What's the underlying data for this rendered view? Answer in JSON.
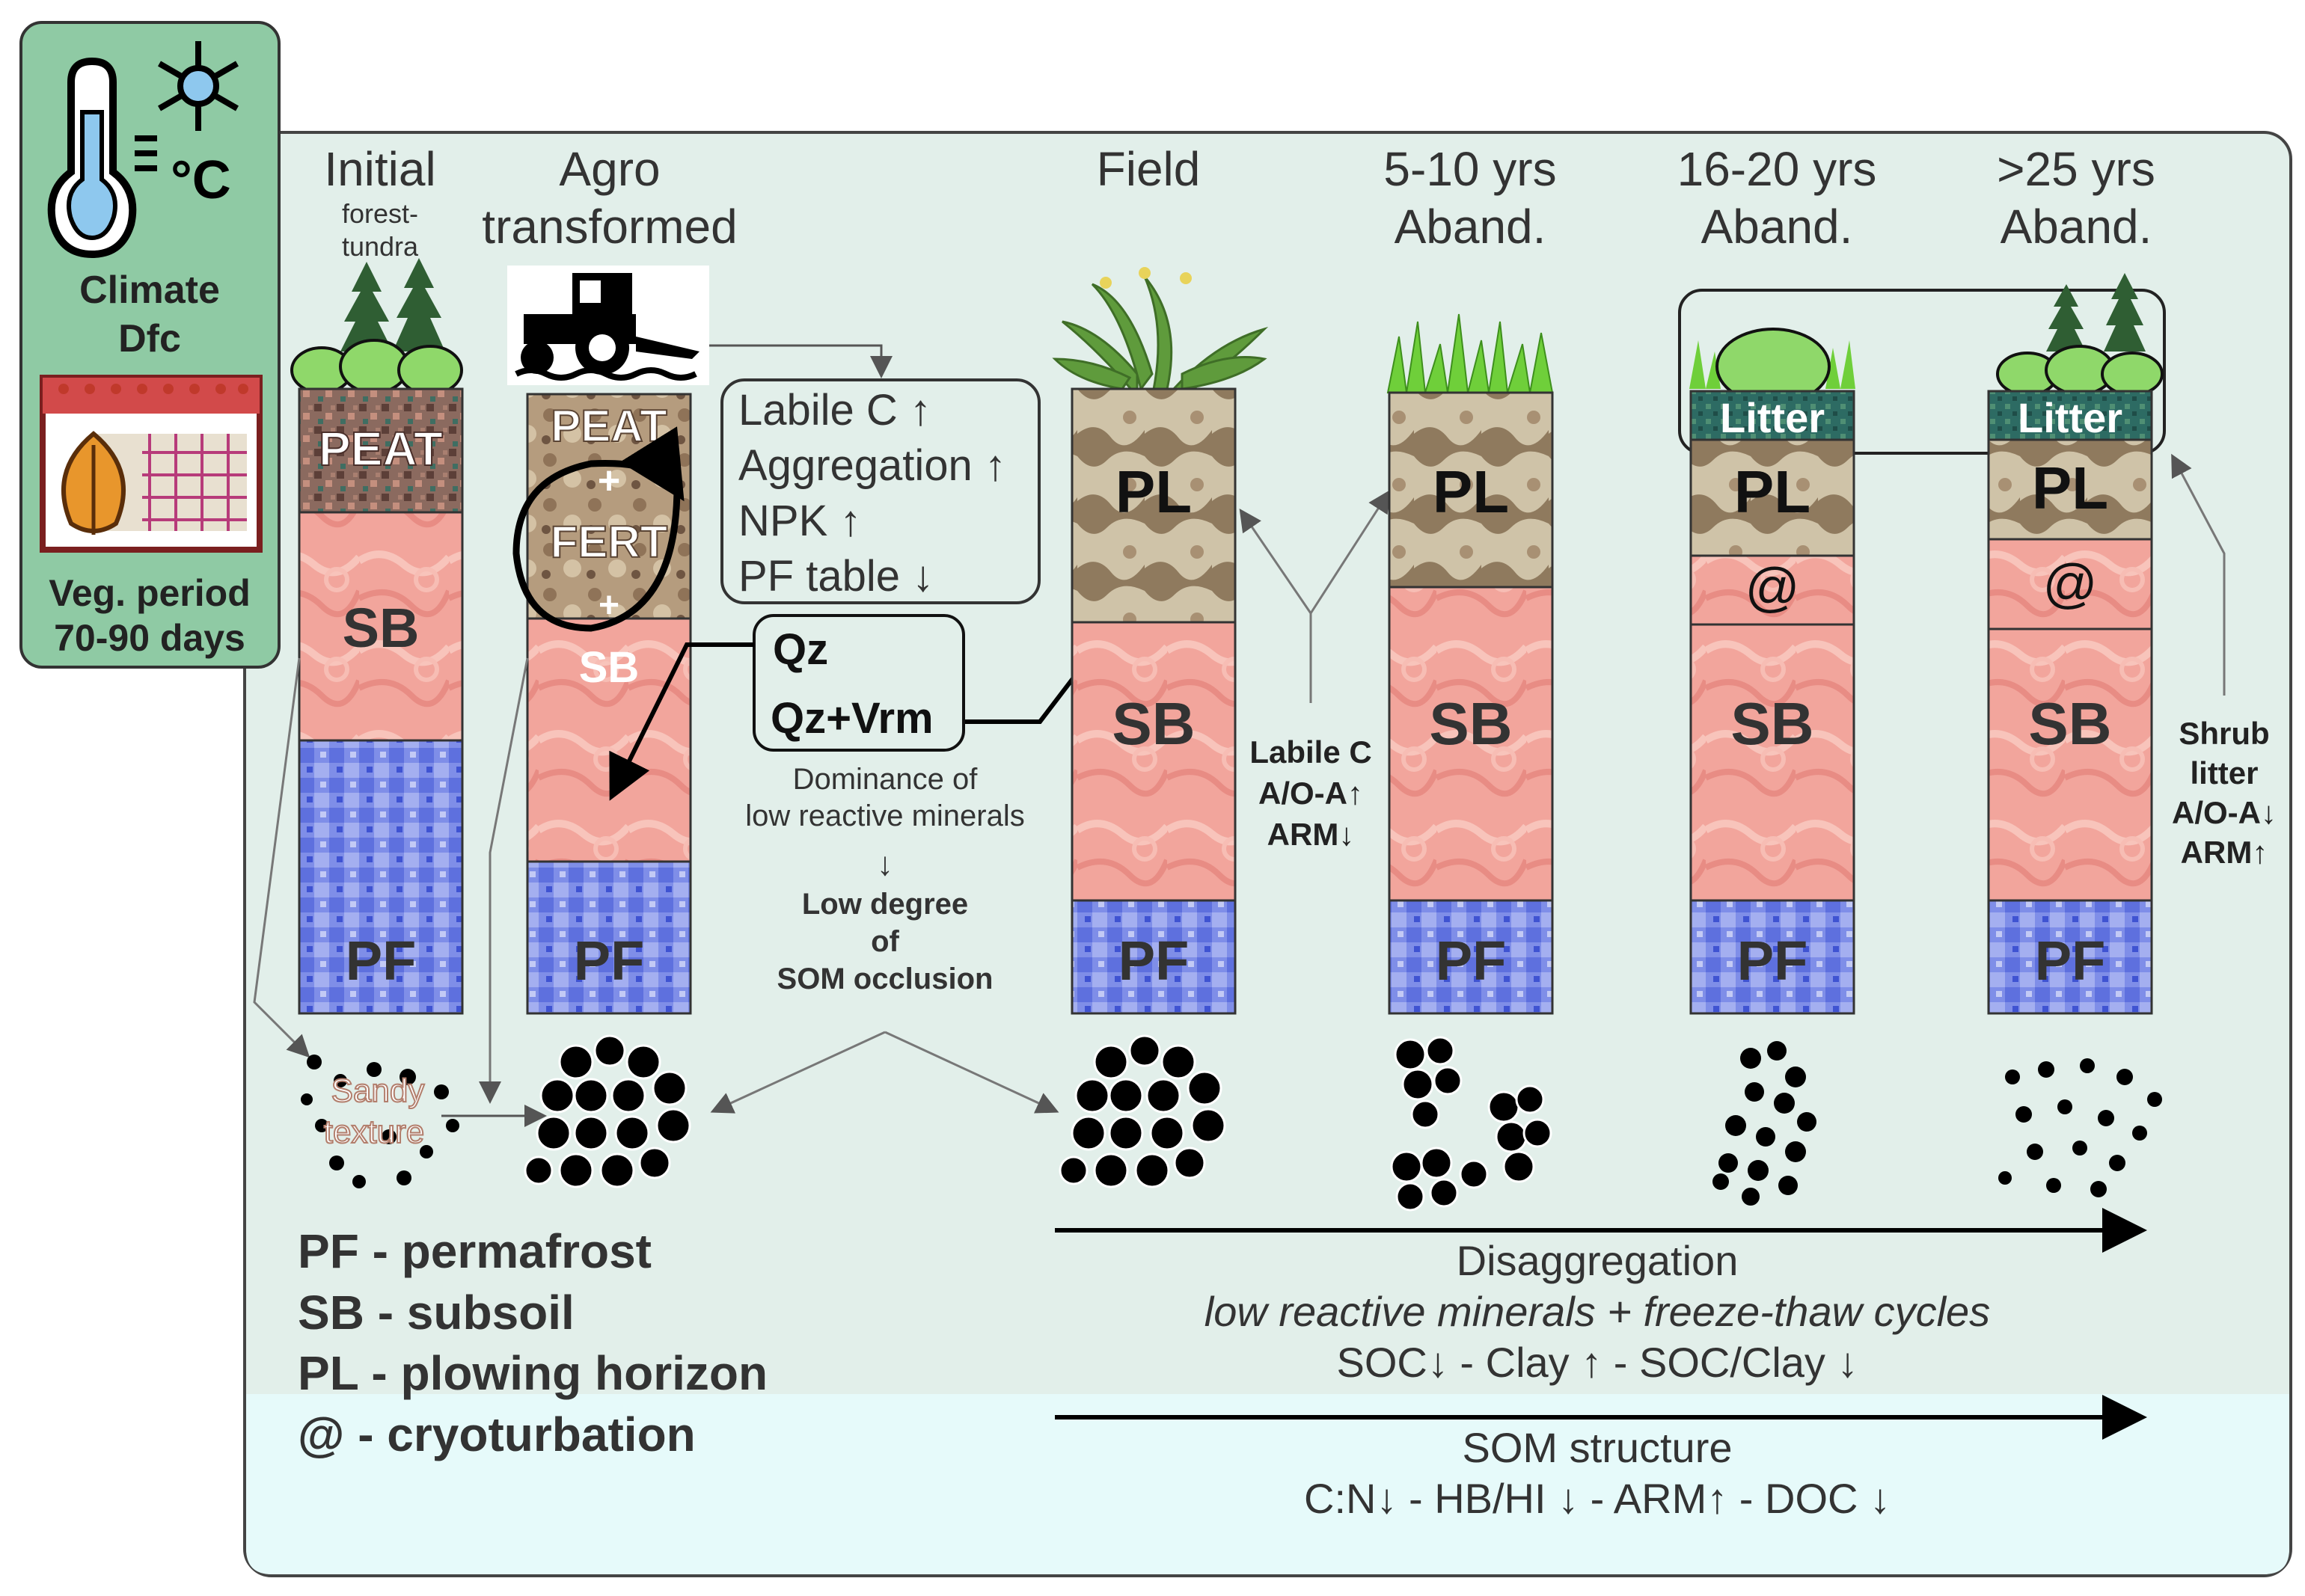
{
  "climate": {
    "celsius": "°C",
    "line1": "Climate",
    "line2": "Dfc",
    "veg1": "Veg. period",
    "veg2": "70-90 days"
  },
  "columns": {
    "initial": {
      "title": "Initial",
      "sub1": "forest-",
      "sub2": "tundra"
    },
    "agro": {
      "title1": "Agro",
      "title2": "transformed"
    },
    "field": {
      "title": "Field"
    },
    "a510": {
      "title1": "5-10 yrs",
      "title2": "Aband."
    },
    "a1620": {
      "title1": "16-20 yrs",
      "title2": "Aband."
    },
    "a25": {
      "title1": ">25 yrs",
      "title2": "Aband."
    }
  },
  "horizons": {
    "peat": "PEAT",
    "sb": "SB",
    "pf": "PF",
    "pl": "PL",
    "cryo": "@",
    "litter": "Litter",
    "peat_fert_1": "PEAT",
    "plus": "+",
    "fert": "FERT",
    "plus2": "+",
    "sb_small": "SB"
  },
  "effects_box": {
    "line1": "Labile C ↑",
    "line2": "Aggregation ↑",
    "line3": "NPK ↑",
    "line4": "PF table ↓"
  },
  "minerals_box": {
    "qz": "Qz",
    "qzvrm": "Qz+Vrm"
  },
  "minerals_note": {
    "line1": "Dominance of",
    "line2": "low reactive minerals",
    "arrow": "↓",
    "bold1": "Low degree",
    "bold2": "of",
    "bold3": "SOM occlusion"
  },
  "labile_note": {
    "line1": "Labile C",
    "line2": "A/O-A↑",
    "line3": "ARM↓"
  },
  "shrub_note": {
    "line1": "Shrub",
    "line2": "litter",
    "line3": "A/O-A↓",
    "line4": "ARM↑"
  },
  "sandy": {
    "line1": "Sandy",
    "line2": "texture"
  },
  "legend": {
    "pf": "PF - permafrost",
    "sb": "SB - subsoil",
    "pl": "PL - plowing horizon",
    "cryo": "@ - cryoturbation"
  },
  "disaggregation": {
    "title": "Disaggregation",
    "subtitle": "low reactive minerals + freeze-thaw cycles",
    "formula": "SOC↓ - Clay ↑ -  SOC/Clay ↓"
  },
  "som": {
    "title": "SOM structure",
    "formula": "C:N↓ - HB/HI ↓ - ARM↑ - DOC ↓"
  },
  "colors": {
    "panel_bg": "#e2efea",
    "climate_bg": "#8fcaa4",
    "som_band": "#e6fafa",
    "subsoil": "#f0a49b",
    "permafrost": "#5b6fe0",
    "peat": "#8d6a5e",
    "plow": "#c9bba0"
  }
}
